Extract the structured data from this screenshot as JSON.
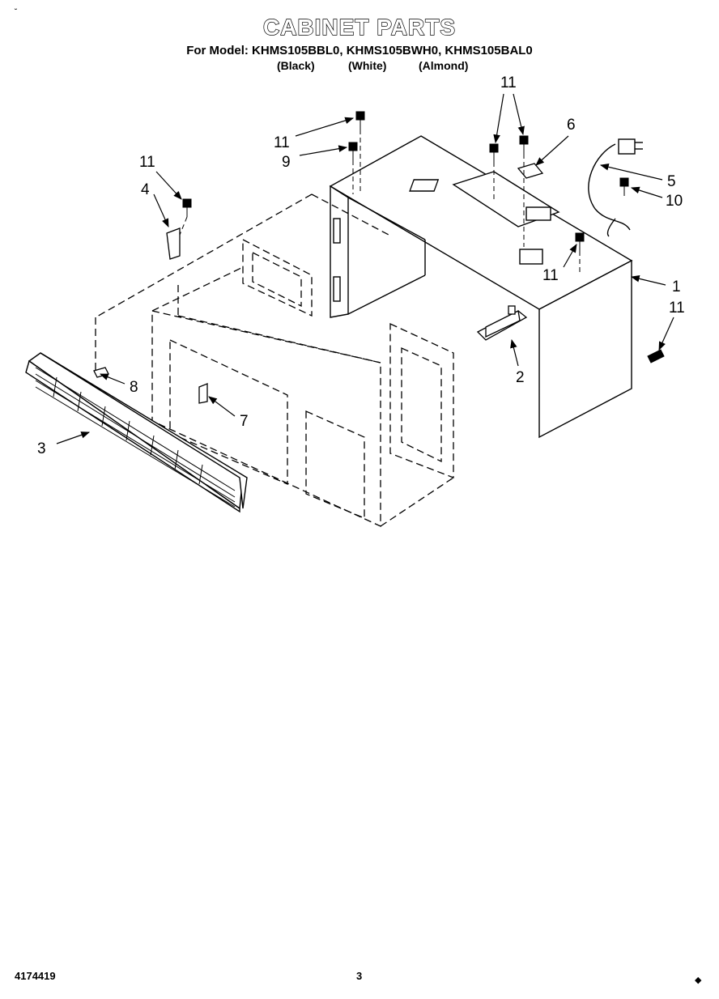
{
  "header": {
    "title": "CABINET PARTS",
    "models": "For Model: KHMS105BBL0, KHMS105BWH0, KHMS105BAL0",
    "colors": [
      "(Black)",
      "(White)",
      "(Almond)"
    ]
  },
  "callouts": {
    "c11a": "11",
    "c11b": "11",
    "c11c": "11",
    "c11d": "11",
    "c11e": "11",
    "c1": "1",
    "c2": "2",
    "c3": "3",
    "c4": "4",
    "c5": "5",
    "c6": "6",
    "c7": "7",
    "c8": "8",
    "c9": "9",
    "c10": "10"
  },
  "footer": {
    "doc_number": "4174419",
    "page_number": "3"
  },
  "marks": {
    "top_left": "˘",
    "bottom_right": "◆"
  }
}
